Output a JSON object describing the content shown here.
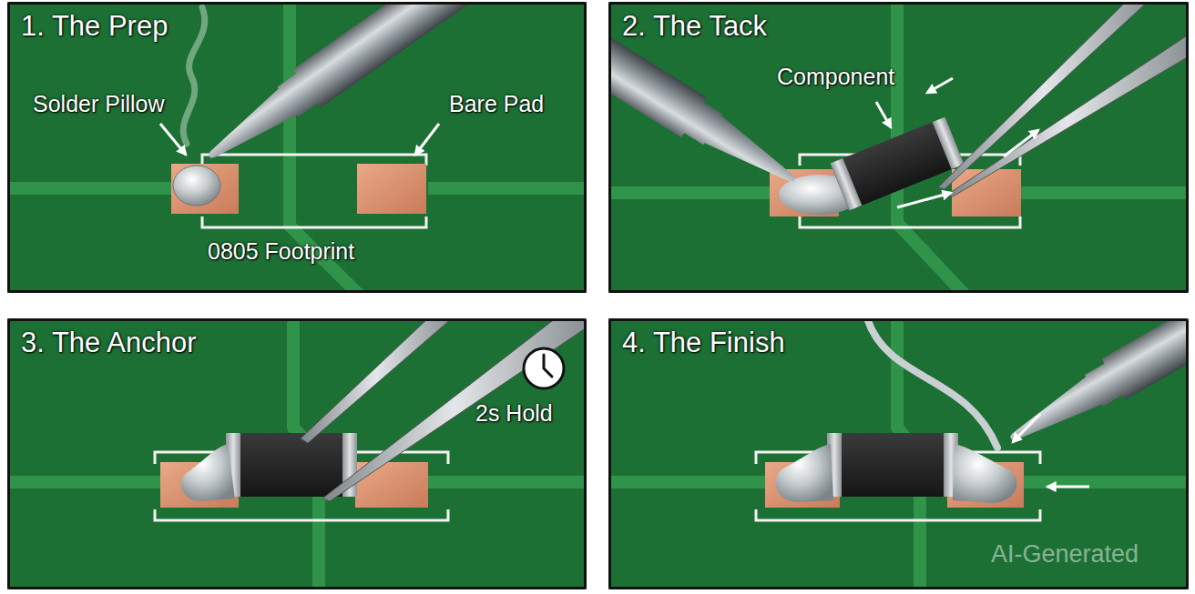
{
  "diagram": {
    "nodes": [
      {
        "text": [
          "1. The Prep"
        ]
      },
      {
        "text": [
          "2. The Tack"
        ]
      },
      {
        "text": [
          "3. The Anchor"
        ]
      },
      {
        "text": [
          "4. The Finish"
        ]
      }
    ],
    "labels": [
      "Solder Pillow",
      "Bare Pad",
      "0805 Footprint",
      "Component",
      "2s Hold",
      "AI-Generated"
    ]
  }
}
